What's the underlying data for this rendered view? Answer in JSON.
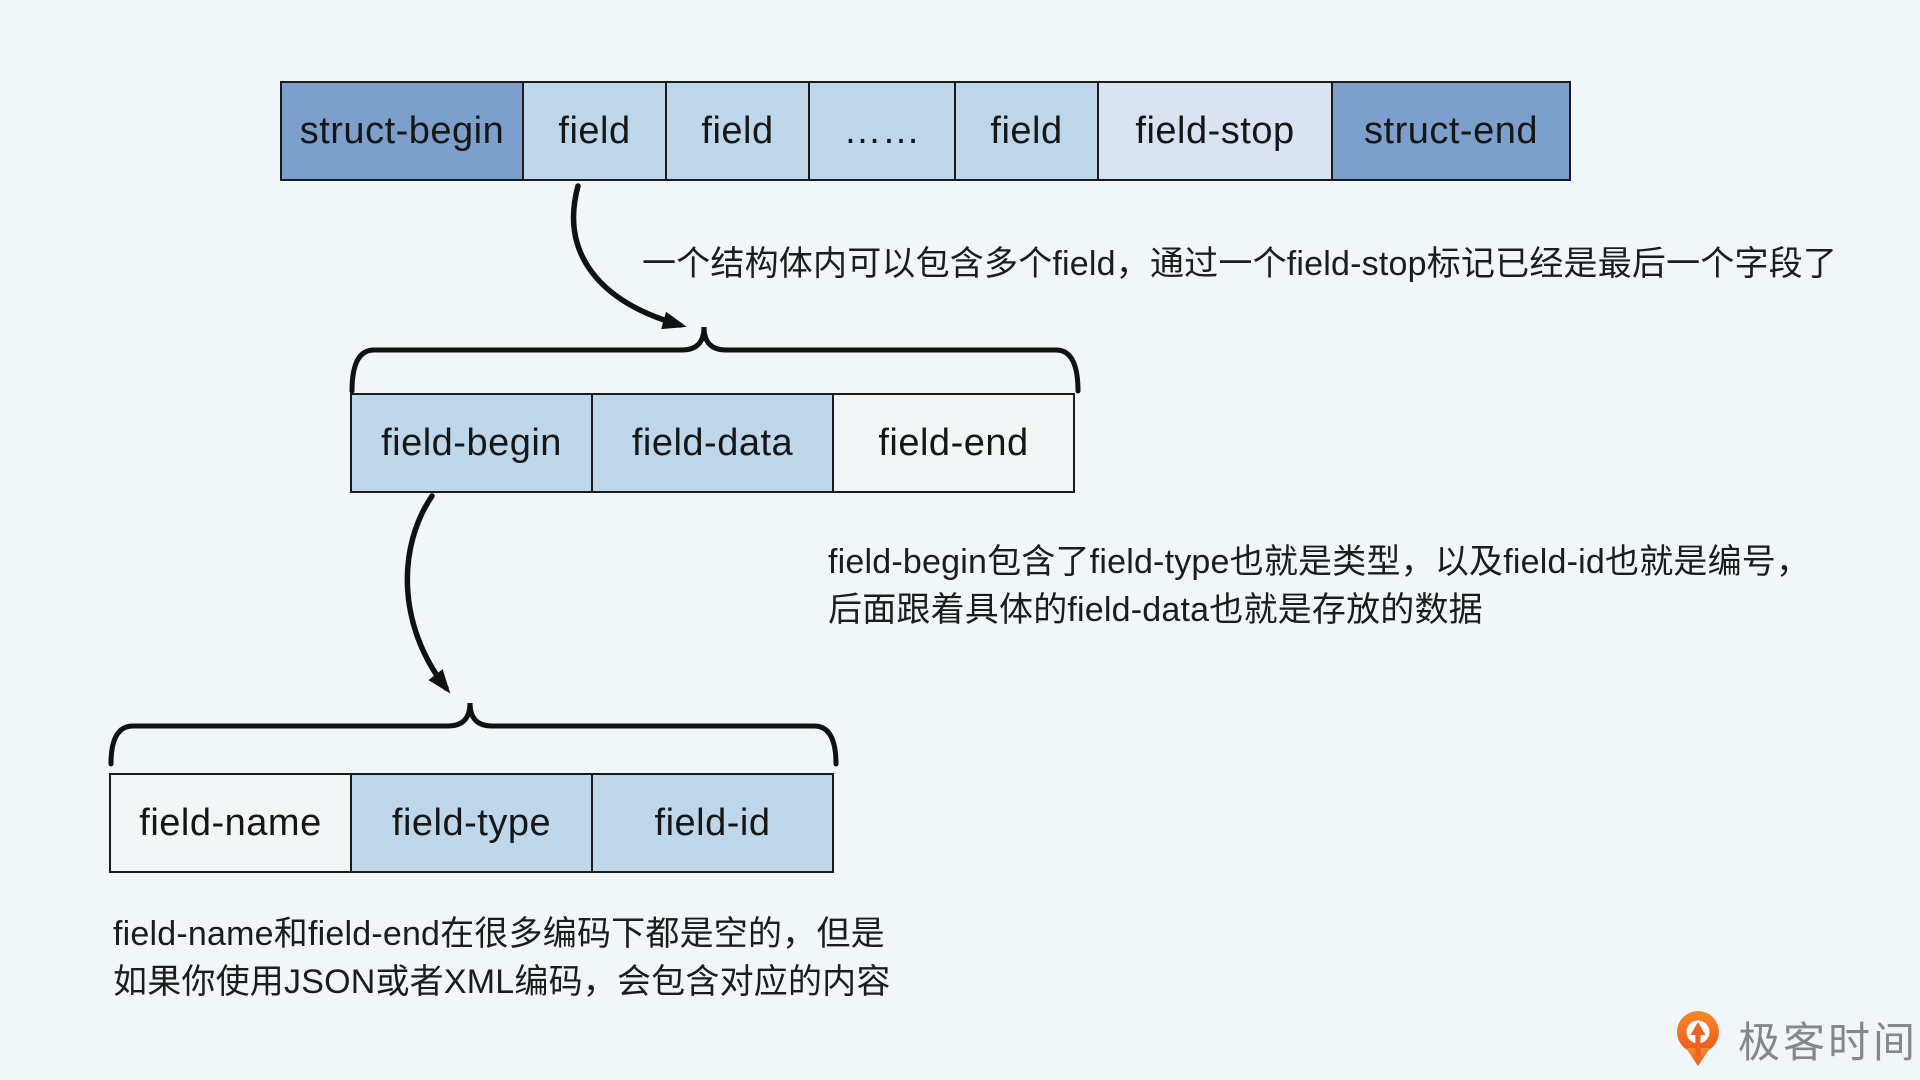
{
  "page": {
    "background": "#f1f6f8"
  },
  "struct_row": {
    "cells": [
      {
        "label": "struct-begin",
        "variant": "dark"
      },
      {
        "label": "field",
        "variant": "light"
      },
      {
        "label": "field",
        "variant": "light"
      },
      {
        "label": "……",
        "variant": "light"
      },
      {
        "label": "field",
        "variant": "light"
      },
      {
        "label": "field-stop",
        "variant": "lighter"
      },
      {
        "label": "struct-end",
        "variant": "dark"
      }
    ]
  },
  "field_row": {
    "cells": [
      {
        "label": "field-begin",
        "variant": "light"
      },
      {
        "label": "field-data",
        "variant": "light"
      },
      {
        "label": "field-end",
        "variant": "plain"
      }
    ]
  },
  "field_begin_row": {
    "cells": [
      {
        "label": "field-name",
        "variant": "plain"
      },
      {
        "label": "field-type",
        "variant": "light"
      },
      {
        "label": "field-id",
        "variant": "light"
      }
    ]
  },
  "notes": {
    "note1": "一个结构体内可以包含多个field，通过一个field-stop标记已经是最后一个字段了",
    "note2_line1": "field-begin包含了field-type也就是类型，以及field-id也就是编号，",
    "note2_line2": "后面跟着具体的field-data也就是存放的数据",
    "note3_line1": "field-name和field-end在很多编码下都是空的，但是",
    "note3_line2": "如果你使用JSON或者XML编码，会包含对应的内容"
  },
  "logo": {
    "text": "极客时间",
    "icon": "geektime-pin-icon",
    "icon_color": "#ee6a23",
    "text_color": "#85888b"
  },
  "colors": {
    "dark_blue": "#7d9fcb",
    "light_blue": "#bfd7ea",
    "lighter_blue": "#d9e3f1",
    "plain_white": "#f3f6f7",
    "border": "#1b1b1b",
    "stroke": "#111111"
  }
}
